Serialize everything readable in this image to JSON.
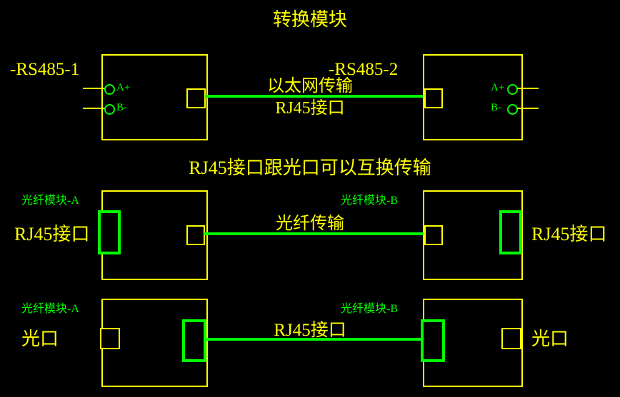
{
  "title": "转换模块",
  "heading": "RJ45接口跟光口可以互换传输",
  "colors": {
    "background": "#000000",
    "line_yellow": "#FFFF00",
    "line_green": "#00FF00"
  },
  "rs485": {
    "left_label": "-RS485-1",
    "right_label": "-RS485-2",
    "terminal_a": "A+",
    "terminal_b": "B-",
    "link_label_top": "以太网传输",
    "link_label_bottom": "RJ45接口"
  },
  "fiber_row": {
    "left_module": "光纤模块-A",
    "right_module": "光纤模块-B",
    "left_port": "RJ45接口",
    "right_port": "RJ45接口",
    "link_label": "光纤传输"
  },
  "optical_row": {
    "left_module": "光纤模块-A",
    "right_module": "光纤模块-B",
    "left_port": "光口",
    "right_port": "光口",
    "link_label": "RJ45接口"
  }
}
